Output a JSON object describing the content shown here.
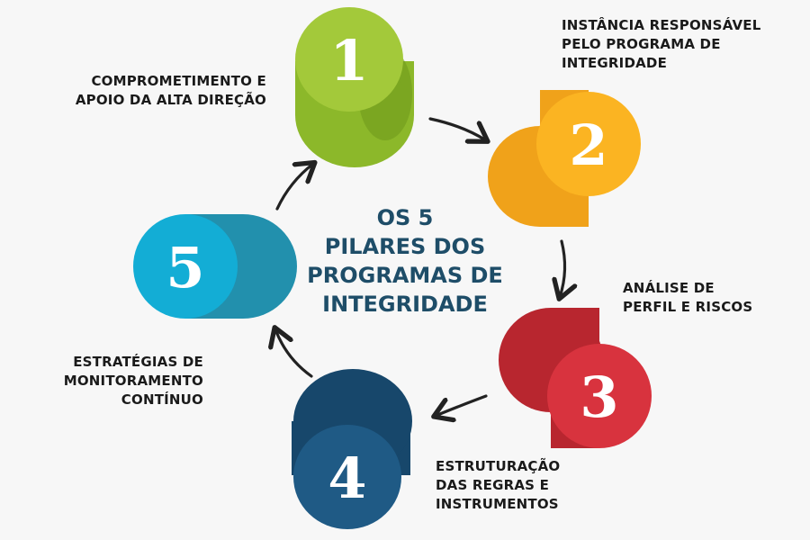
{
  "title": {
    "lines": [
      "OS 5",
      "PILARES DOS",
      "PROGRAMAS DE",
      "INTEGRIDADE"
    ],
    "color": "#1e4d68"
  },
  "pillars": [
    {
      "number": "1",
      "label_lines": [
        "COMPROMETIMENTO E",
        "APOIO DA ALTA DIREÇÃO"
      ],
      "colors": {
        "front": "#a3c93a",
        "body": "#8cb82a",
        "dark": "#6f9a1c"
      }
    },
    {
      "number": "2",
      "label_lines": [
        "INSTÂNCIA RESPONSÁVEL",
        "PELO PROGRAMA DE",
        "INTEGRIDADE"
      ],
      "colors": {
        "front": "#fbb422",
        "body": "#f0a21a",
        "dark": "#d98608"
      }
    },
    {
      "number": "3",
      "label_lines": [
        "ANÁLISE DE",
        "PERFIL E RISCOS"
      ],
      "colors": {
        "front": "#d8333e",
        "body": "#b8262f",
        "dark": "#8f1c24"
      }
    },
    {
      "number": "4",
      "label_lines": [
        "ESTRUTURAÇÃO",
        "DAS REGRAS E",
        "INSTRUMENTOS"
      ],
      "colors": {
        "front": "#1f5a85",
        "body": "#17476b",
        "dark": "#0f3552"
      }
    },
    {
      "number": "5",
      "label_lines": [
        "ESTRATÉGIAS DE",
        "MONITORAMENTO",
        "CONTÍNUO"
      ],
      "colors": {
        "front": "#13add5",
        "body": "#2290ad",
        "dark": "#1a7891"
      }
    }
  ],
  "arrow_color": "#222222"
}
